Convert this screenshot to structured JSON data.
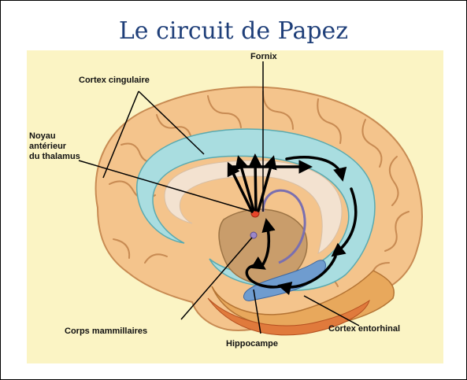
{
  "title": "Le circuit de Papez",
  "colors": {
    "title": "#1f3f79",
    "background": "#fbf4c4",
    "cortex": "#f4c48c",
    "cingulate": "#a9dde0",
    "thalamus": "#c99d6b",
    "arrows": "#000000"
  },
  "labels": {
    "fornix": "Fornix",
    "cortex_cingulaire": "Cortex cingulaire",
    "noyau_anterieur": "Noyau\nantérieur\ndu thalamus",
    "corps_mammillaires": "Corps mammillaires",
    "hippocampe": "Hippocampe",
    "cortex_entorhinal": "Cortex entorhinal"
  }
}
